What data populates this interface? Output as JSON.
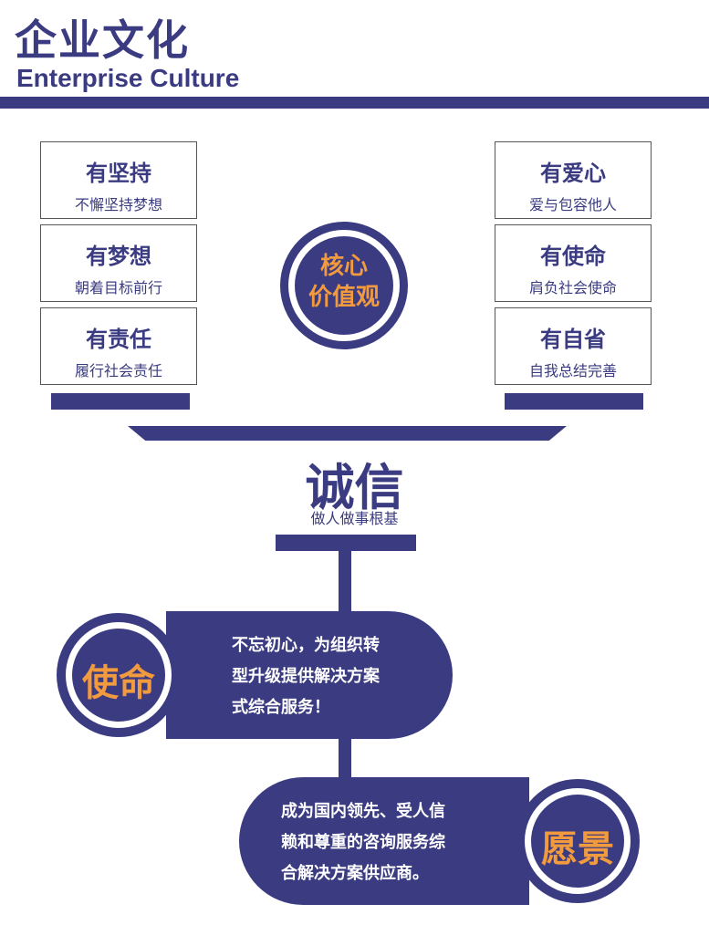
{
  "header": {
    "title_cn": "企业文化",
    "title_en": "Enterprise Culture"
  },
  "left_values": [
    {
      "title": "有坚持",
      "desc": "不懈坚持梦想"
    },
    {
      "title": "有梦想",
      "desc": "朝着目标前行"
    },
    {
      "title": "有责任",
      "desc": "履行社会责任"
    }
  ],
  "right_values": [
    {
      "title": "有爱心",
      "desc": "爱与包容他人"
    },
    {
      "title": "有使命",
      "desc": "肩负社会使命"
    },
    {
      "title": "有自省",
      "desc": "自我总结完善"
    }
  ],
  "core": {
    "line1": "核心",
    "line2": "价值观"
  },
  "integrity": {
    "title": "诚信",
    "subtitle": "做人做事根基"
  },
  "mission": {
    "label": "使命",
    "lines": [
      "不忘初心，为组织转",
      "型升级提供解决方案",
      "式综合服务！"
    ]
  },
  "vision": {
    "label": "愿景",
    "lines": [
      "成为国内领先、受人信",
      "赖和尊重的咨询服务综",
      "合解决方案供应商。"
    ]
  },
  "colors": {
    "primary": "#3b3b82",
    "accent": "#f19a3e"
  }
}
